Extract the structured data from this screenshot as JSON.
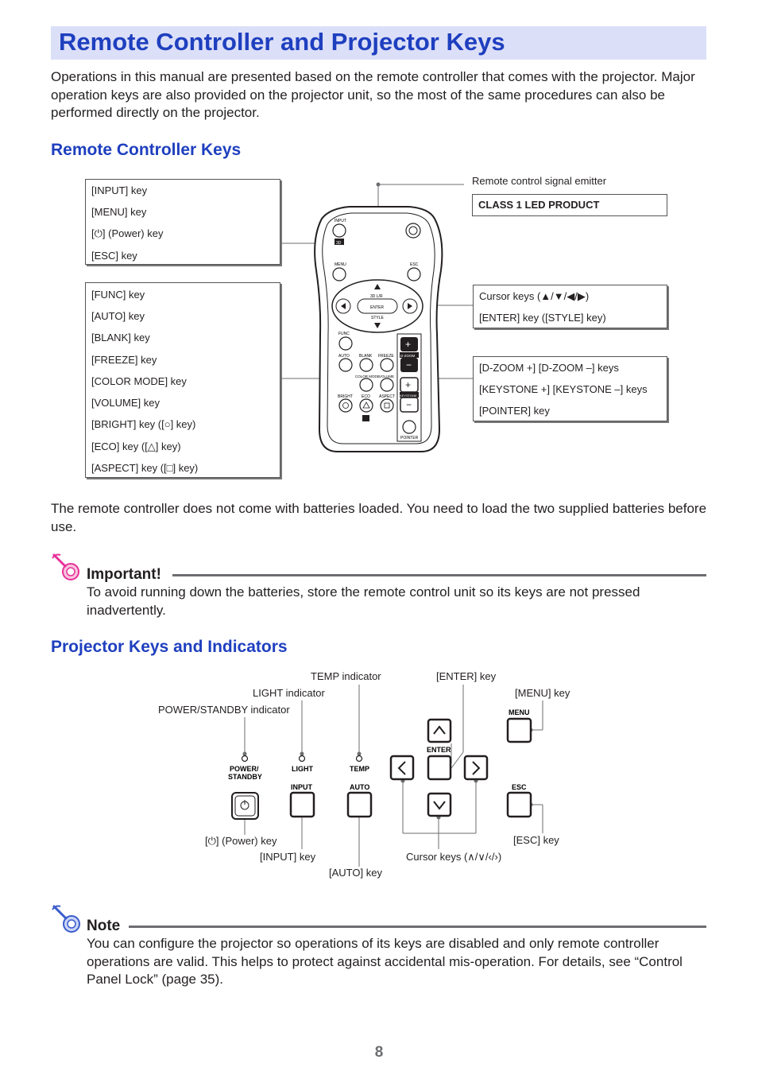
{
  "page_title": "Remote Controller and Projector Keys",
  "intro": "Operations in this manual are presented based on the remote controller that comes with the projector. Major operation keys are also provided on the projector unit, so the most of the same procedures can also be performed directly on the projector.",
  "remote_section": {
    "heading": "Remote Controller Keys",
    "emitter_label": "Remote control signal emitter",
    "class_label": "CLASS 1 LED PRODUCT",
    "left_box_top": [
      "[INPUT] key",
      "[MENU] key",
      "[⏻] (Power) key",
      "[ESC] key"
    ],
    "left_box_bottom": [
      "[FUNC] key",
      "[AUTO] key",
      "[BLANK] key",
      "[FREEZE] key",
      "[COLOR MODE] key",
      "[VOLUME] key",
      "[BRIGHT] key ([○] key)",
      "[ECO] key ([△] key)",
      "[ASPECT] key ([□] key)"
    ],
    "right_box_cursor": [
      "Cursor keys (▲/▼/◀/▶)",
      "[ENTER] key ([STYLE] key)"
    ],
    "right_box_zoom": [
      "[D-ZOOM +] [D-ZOOM –] keys",
      "[KEYSTONE +] [KEYSTONE –] keys",
      "[POINTER] key"
    ],
    "remote_labels": {
      "input": "INPUT",
      "three_d": "3D",
      "menu": "MENU",
      "esc": "ESC",
      "three_d_lr": "3D L/R",
      "enter": "ENTER",
      "style": "STYLE",
      "func": "FUNC",
      "auto": "AUTO",
      "blank": "BLANK",
      "freeze": "FREEZE",
      "color_mode": "COLOR MODE",
      "volume": "VOLUME",
      "bright": "BRIGHT",
      "eco": "ECO",
      "aspect": "ASPECT",
      "d_zoom": "D-ZOOM",
      "keystone": "KEYSTONE",
      "pointer": "POINTER"
    }
  },
  "batteries_text": "The remote controller does not come with batteries loaded. You need to load the two supplied batteries before use.",
  "important": {
    "heading": "Important!",
    "text": "To avoid running down the batteries, store the remote control unit so its keys are not pressed inadvertently."
  },
  "projector_section": {
    "heading": "Projector Keys and Indicators",
    "callouts": {
      "temp": "TEMP indicator",
      "light": "LIGHT indicator",
      "power_standby": "POWER/STANDBY indicator",
      "enter": "[ENTER] key",
      "menu": "[MENU] key",
      "power_key": "[⏻] (Power) key",
      "input": "[INPUT] key",
      "auto": "[AUTO] key",
      "cursor": "Cursor keys (∧/∨/‹/›)",
      "esc": "[ESC] key"
    },
    "panel_labels": {
      "power_standby_1": "POWER/",
      "power_standby_2": "STANDBY",
      "light": "LIGHT",
      "temp": "TEMP",
      "input": "INPUT",
      "auto": "AUTO",
      "enter": "ENTER",
      "menu": "MENU",
      "esc": "ESC"
    }
  },
  "note": {
    "heading": "Note",
    "text": "You can configure the projector so operations of its keys are disabled and only remote controller operations are valid. This helps to protect against accidental mis-operation. For details, see “Control Panel Lock” (page 35)."
  },
  "page_number": "8",
  "colors": {
    "heading_blue": "#1e3fbf",
    "title_bg": "#dcdff8",
    "rule_gray": "#6d6e71",
    "important_pink": "#e8309a",
    "note_blue": "#3b5ccc"
  }
}
